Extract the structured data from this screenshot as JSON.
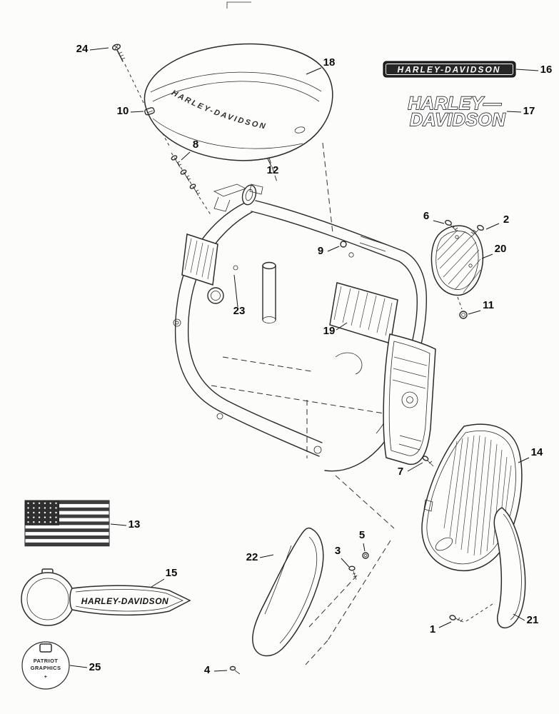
{
  "callouts": {
    "c1": "1",
    "c2": "2",
    "c3": "3",
    "c4": "4",
    "c5": "5",
    "c6": "6",
    "c7": "7",
    "c8": "8",
    "c9": "9",
    "c10": "10",
    "c11": "11",
    "c12": "12",
    "c13": "13",
    "c14": "14",
    "c15": "15",
    "c16": "16",
    "c17": "17",
    "c18": "18",
    "c19": "19",
    "c20": "20",
    "c21": "21",
    "c22": "22",
    "c23": "23",
    "c24": "24",
    "c25": "25"
  },
  "labels": {
    "badge": "HARLEY-DAVIDSON",
    "logo_line1": "HARLEY—",
    "logo_line2": "DAVIDSON",
    "tank_decal": "HARLEY-DAVIDSON",
    "key_decal": "HARLEY-DAVIDSON",
    "patriot_line1": "PATRIOT",
    "patriot_line2": "GRAPHICS",
    "patriot_plus": "+"
  }
}
